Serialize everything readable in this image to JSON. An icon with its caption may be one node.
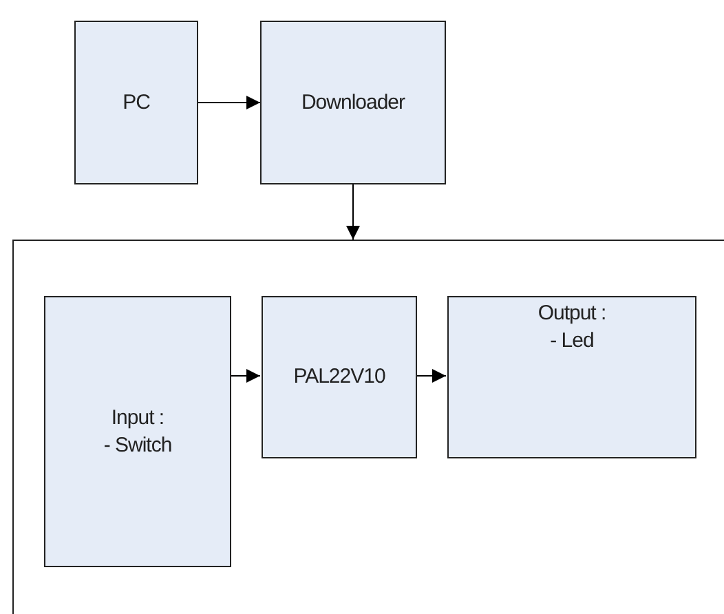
{
  "diagram": {
    "nodes": [
      {
        "text": [
          "PC"
        ]
      },
      {
        "text": [
          "Downloader"
        ]
      },
      {
        "text": [],
        "shape": "box"
      },
      {
        "text": [
          "Input :",
          "- Switch"
        ],
        "in": 2
      },
      {
        "text": [
          "PAL22V10"
        ],
        "in": 2
      },
      {
        "text": [
          "Output :",
          "- Led"
        ],
        "in": 2
      }
    ],
    "edges": [
      {
        "from": 0,
        "to": 1,
        "arrow": "to"
      },
      {
        "from": 1,
        "to": 2,
        "arrow": "to"
      },
      {
        "from": 3,
        "to": 4,
        "arrow": "to"
      },
      {
        "from": 4,
        "to": 5,
        "arrow": "to"
      }
    ]
  }
}
